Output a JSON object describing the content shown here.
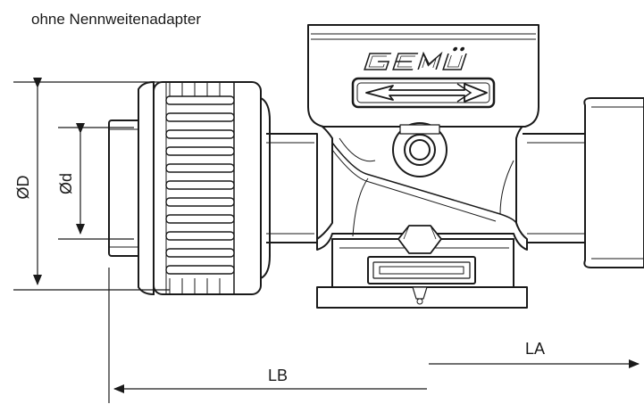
{
  "caption": "ohne Nennweitenadapter",
  "dimensions": {
    "outer_diameter": "ØD",
    "inner_diameter": "Ød",
    "length_a": "LA",
    "length_b": "LB"
  },
  "brand_logo": {
    "text": "GEMÜ",
    "note": "logo rendered as drawing"
  },
  "flow_arrow_icon": "arrow-left-icon"
}
